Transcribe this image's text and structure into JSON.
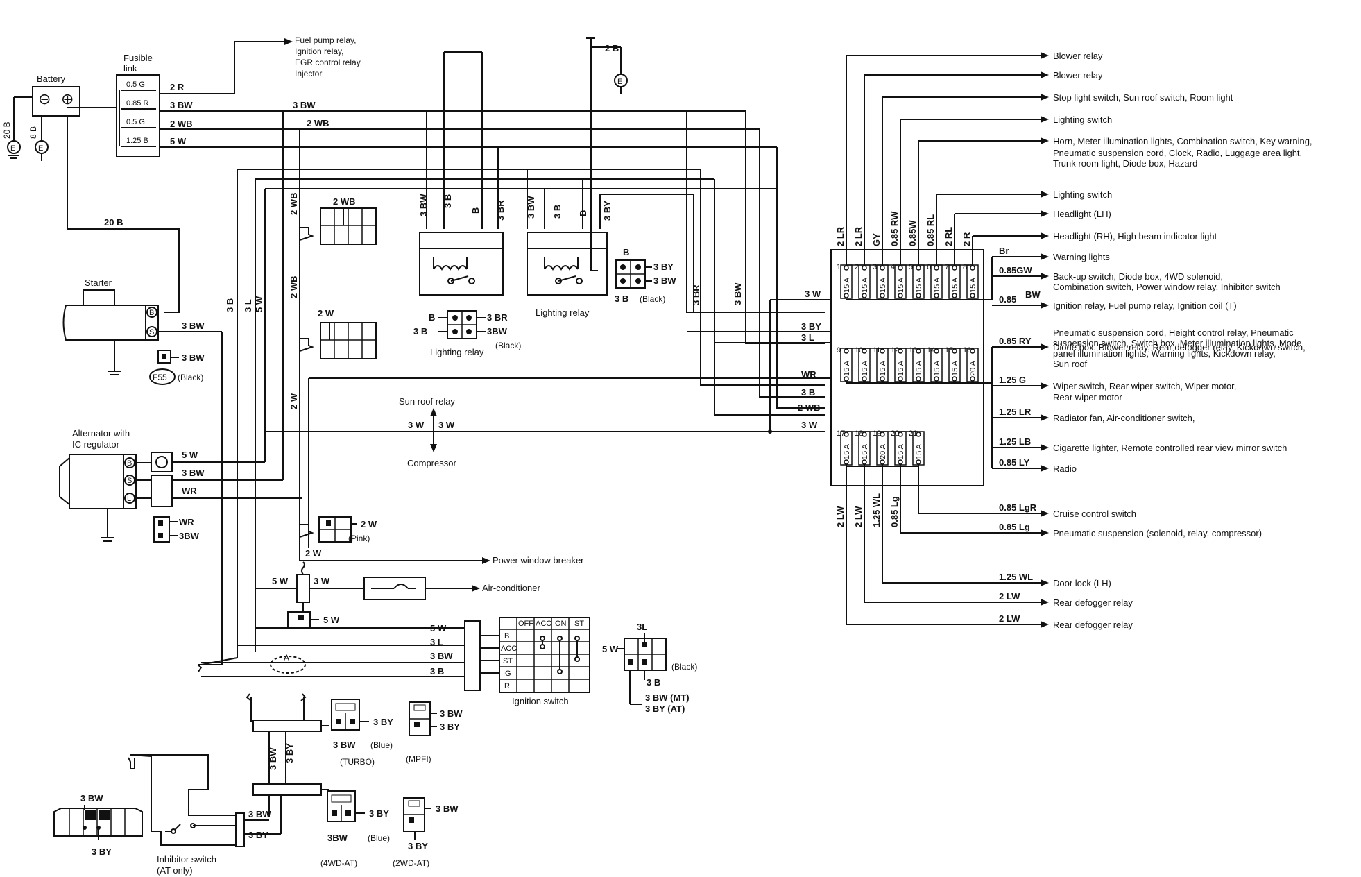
{
  "components": {
    "battery": "Battery",
    "fusible_link": "Fusible link",
    "starter": "Starter",
    "alternator": "Alternator with IC regulator",
    "lighting_relay_1": "Lighting relay",
    "lighting_relay_2": "Lighting relay",
    "sun_roof_relay": "Sun roof relay",
    "compressor": "Compressor",
    "power_window_breaker": "Power window breaker",
    "air_conditioner": "Air-conditioner",
    "ignition_switch": "Ignition switch",
    "inhibitor_switch": "Inhibitor switch",
    "inhibitor_note": "(AT only)",
    "fuel_pump_note": [
      "Fuel pump relay,",
      "Ignition relay,",
      "EGR control relay,",
      "Injector"
    ],
    "f55": "F55",
    "f55_color": "(Black)"
  },
  "fusible_link_fuses": [
    "0.5 G",
    "0.85 R",
    "0.5 G",
    "1.25 B"
  ],
  "wires": {
    "w2r": "2 R",
    "w3bw": "3 BW",
    "w2wb": "2 WB",
    "w5w": "5 W",
    "w20b": "20 B",
    "w8b": "8 B",
    "w2b": "2 B",
    "w3bw_mid": "3 BW",
    "w2wb_mid": "2 WB",
    "v3b": "3 B",
    "v3l": "3 L",
    "v5w": "5 W",
    "v2wb": "2 WB",
    "v2wb_b": "2 WB",
    "v2w": "2 W",
    "relay_bw": "3 BW",
    "relay_b": "3 B",
    "relay_b2": "B",
    "relay_br": "3 BR",
    "relay2_bw": "3 BW",
    "relay2_b": "3 B",
    "relay2_b2": "B",
    "relay2_by": "3 BY",
    "v3br": "3 BR",
    "v3bw": "3 BW",
    "starter_3bw": "3 BW",
    "f55_3bw": "3 BW",
    "alt_5w": "5 W",
    "alt_3bw": "3 BW",
    "alt_wr": "WR",
    "alt_conn_wr": "WR",
    "alt_conn_3bw": "3BW",
    "sun_3w_l": "3 W",
    "sun_3w_r": "3 W",
    "pwb_2w": "2 W",
    "pink_2w": "2 W",
    "pink": "(Pink)",
    "ac_5w": "5 W",
    "ac_3w": "3 W",
    "ac_conn_5w": "5 W",
    "ign_5w": "5 W",
    "ign_3l": "3 L",
    "ign_3bw": "3 BW",
    "ign_3b": "3 B",
    "box_3w": "3 W",
    "box_3by": "3 BY",
    "box_3l": "3 L",
    "box_wr": "WR",
    "box_3b": "3 B",
    "box_2wb": "2 WB",
    "box_3w_b": "3 W",
    "conn_2wb": "2 WB",
    "conn_2w": "2 W"
  },
  "connectors": {
    "c_b": "B",
    "c_3by": "3 BY",
    "c_3bw": "3 BW",
    "c_3b": "3 B",
    "c_black": "(Black)",
    "lr_b": "B",
    "lr_3br": "3 BR",
    "lr_3b": "3 B",
    "lr_3bw": "3BW",
    "lr_black": "(Black)",
    "ig_3l": "3L",
    "ig_5w": "5 W",
    "ig_3b": "3 B",
    "ig_black": "(Black)",
    "ig_mt": "3 BW (MT)",
    "ig_at": "3 BY (AT)",
    "turbo_3by": "3 BY",
    "turbo_3bw": "3 BW",
    "turbo_blue": "(Blue)",
    "turbo": "(TURBO)",
    "mpfi_3bw": "3 BW",
    "mpfi_3by": "3 BY",
    "mpfi": "(MPFI)",
    "h_3bw": "3 BW",
    "h_3by": "3 BY",
    "inh_3bw": "3 BW",
    "inh_3by": "3 BY",
    "bot_3bw": "3 BW",
    "bot_3by": "3 BY",
    "wd4_3by": "3 BY",
    "wd4_3bw": "3BW",
    "wd4_blue": "(Blue)",
    "wd4": "(4WD-AT)",
    "wd2_3bw": "3 BW",
    "wd2_3by": "3 BY",
    "wd2": "(2WD-AT)",
    "a_mark": "A"
  },
  "ignition_table": {
    "cols": [
      "OFF",
      "ACC",
      "ON",
      "ST"
    ],
    "rows": [
      "B",
      "ACC",
      "ST",
      "IG",
      "R"
    ]
  },
  "fuse_box": {
    "top_wires": [
      "2 LR",
      "2 LR",
      "GY",
      "0.85 RW",
      "0.85W",
      "0.85 RL",
      "2 RL",
      "2 R"
    ],
    "row1_numbers": [
      "1",
      "2",
      "3",
      "4",
      "5",
      "6",
      "7",
      "8"
    ],
    "row1_amps": [
      "15 A",
      "15 A",
      "15 A",
      "15 A",
      "15 A",
      "15 A",
      "15 A",
      "15 A"
    ],
    "row2_numbers": [
      "9",
      "10",
      "11",
      "12",
      "13",
      "14",
      "15",
      "16"
    ],
    "row2_amps": [
      "15 A",
      "15 A",
      "15 A",
      "15 A",
      "15 A",
      "15 A",
      "15 A",
      "20 A"
    ],
    "row3_numbers": [
      "17",
      "18",
      "19",
      "20",
      "21"
    ],
    "row3_amps": [
      "15 A",
      "15 A",
      "20 A",
      "15 A",
      "15 A"
    ],
    "bottom_wires": [
      "2 LW",
      "2 LW",
      "1.25 WL",
      "0.85 Lg"
    ]
  },
  "outputs": [
    {
      "wire": "",
      "label": "Blower relay"
    },
    {
      "wire": "",
      "label": "Blower relay"
    },
    {
      "wire": "",
      "label": "Stop light switch, Sun roof switch, Room light"
    },
    {
      "wire": "",
      "label": "Lighting switch"
    },
    {
      "wire": "",
      "label": "Horn, Meter illumination lights, Combination switch, Key warning,"
    },
    {
      "wire": "",
      "label": "Lighting switch"
    },
    {
      "wire": "",
      "label": "Headlight (LH)"
    },
    {
      "wire": "",
      "label": "Headlight (RH), High beam indicator light"
    },
    {
      "wire": "Br",
      "label": "Warning lights"
    },
    {
      "wire": "0.85GW",
      "label": "Back-up switch, Diode box, 4WD solenoid,"
    },
    {
      "wire": "0.85",
      "label": "Ignition relay, Fuel pump relay, Ignition coil (T)"
    },
    {
      "wire": "0.85 RY",
      "label": "Diode box, Blower relay, Rear defogger relay, Kickdown switch,"
    },
    {
      "wire": "1.25 G",
      "label": "Wiper switch, Rear wiper switch, Wiper motor,"
    },
    {
      "wire": "1.25 LR",
      "label": "Radiator fan, Air-conditioner switch,"
    },
    {
      "wire": "1.25 LB",
      "label": "Cigarette lighter, Remote controlled rear view mirror switch"
    },
    {
      "wire": "0.85 LY",
      "label": "Radio"
    },
    {
      "wire": "0.85 LgR",
      "label": "Cruise control switch"
    },
    {
      "wire": "0.85 Lg",
      "label": "Pneumatic suspension (solenoid, relay, compressor)"
    },
    {
      "wire": "1.25 WL",
      "label": "Door lock (LH)"
    },
    {
      "wire": "2 LW",
      "label": "Rear defogger relay"
    },
    {
      "wire": "2 LW",
      "label": "Rear defogger relay"
    }
  ],
  "output_extra": {
    "horn_2": "Pneumatic suspension cord, Clock, Radio, Luggage area light,",
    "horn_3": "Trunk room light, Diode box, Hazard",
    "backup_2": "Combination switch, Power window relay, Inhibitor switch",
    "gw_bw": "BW",
    "diode_2": "Pneumatic suspension cord, Height control relay, Pneumatic",
    "diode_3": "suspension switch, Switch box, Meter illumination lights, Mode",
    "diode_4": "panel illumination lights, Warning lights, Kickdown relay,",
    "diode_5": "Sun roof",
    "wiper_2": "Rear wiper motor"
  },
  "ground_marks": {
    "e": "E"
  }
}
